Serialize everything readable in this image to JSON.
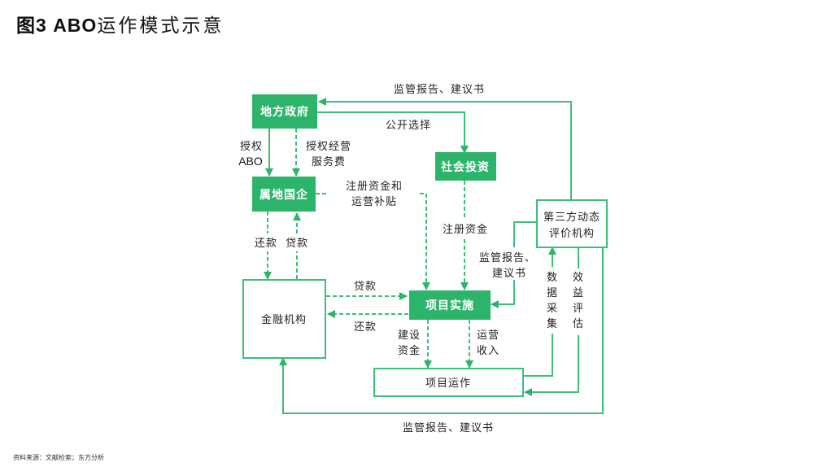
{
  "figure": {
    "title_prefix": "图3 ",
    "title_bold": "ABO",
    "title_rest": "运作模式示意",
    "source": "资料来源：文献检索；东方分析"
  },
  "colors": {
    "accent_green": "#2db46b",
    "line_green": "#3cbf78"
  },
  "nodes": {
    "local_gov": "地方政府",
    "local_soe": "属地国企",
    "social_investment": "社会投资",
    "third_party": [
      "第三方动态",
      "评价机构"
    ],
    "financial_institution": "金融机构",
    "project_implementation": "项目实施",
    "project_operation": "项目运作"
  },
  "edges": {
    "top_report": "监管报告、建议书",
    "public_selection": "公开选择",
    "authorize_abo": [
      "授权",
      "ABO"
    ],
    "authorize_fee": [
      "授权经营",
      "服务费"
    ],
    "capital_subsidy": [
      "注册资金和",
      "运营补贴"
    ],
    "registered_capital": "注册资金",
    "repay_loan_vertical": "还款  贷款",
    "loan": "贷款",
    "repay": "还款",
    "construction_funds": [
      "建设",
      "资金"
    ],
    "operating_income": [
      "运营",
      "收入"
    ],
    "mid_report": [
      "监管报告、",
      "建议书"
    ],
    "data_collection": [
      "数",
      "据",
      "采",
      "集"
    ],
    "benefit_eval": [
      "效",
      "益",
      "评",
      "估"
    ],
    "bottom_report": "监管报告、建议书"
  }
}
